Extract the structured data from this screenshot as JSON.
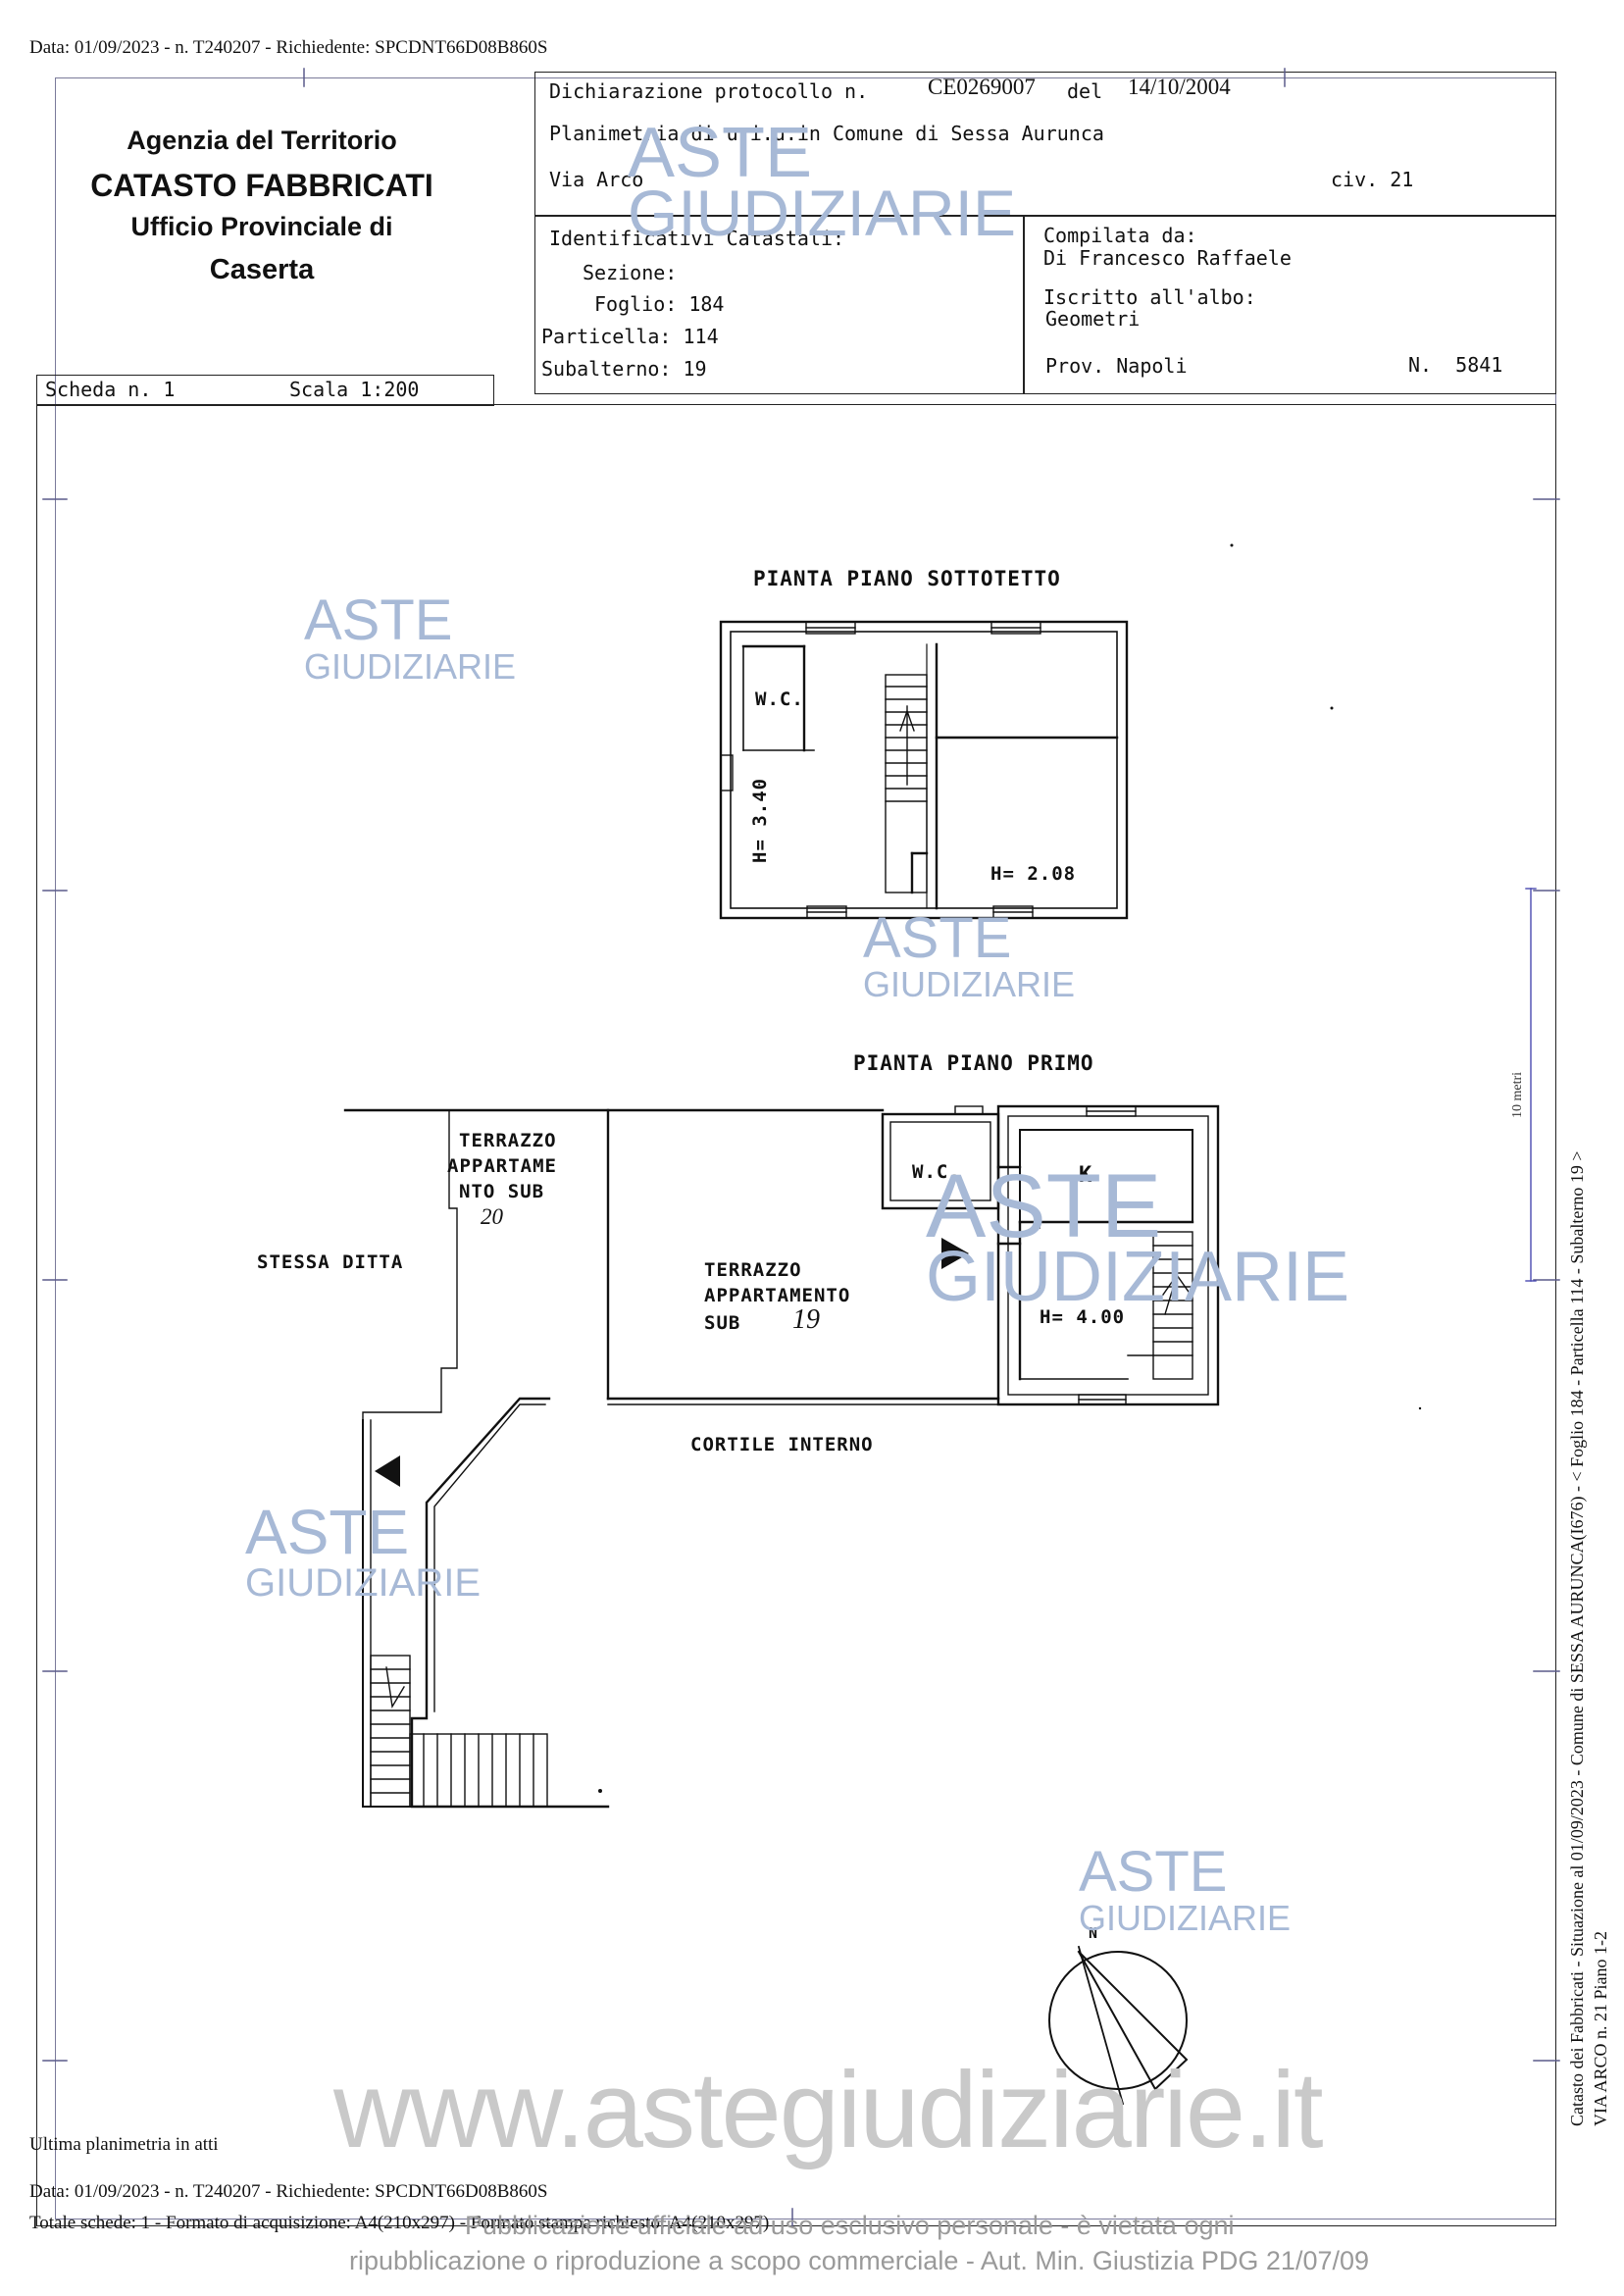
{
  "header_line": "Data: 01/09/2023 - n. T240207 - Richiedente: SPCDNT66D08B860S",
  "agency": {
    "line1": "Agenzia del Territorio",
    "line2": "CATASTO FABBRICATI",
    "line3": "Ufficio Provinciale di",
    "line4": "Caserta"
  },
  "scheda": {
    "label": "Scheda n. 1",
    "scala": "Scala 1:200"
  },
  "declaration": {
    "prefix": "Dichiarazione protocollo n.",
    "protocol": "CE0269007",
    "del": "del",
    "date": "14/10/2004",
    "planimetria": "Planimetria di u.i.u.in Comune di Sessa Aurunca",
    "address": "Via Arco",
    "civ": "civ. 21"
  },
  "identifiers": {
    "title": "Identificativi Catastali:",
    "sezione": "Sezione:",
    "foglio": "Foglio: 184",
    "particella": "Particella: 114",
    "subalterno": "Subalterno: 19"
  },
  "compiler": {
    "label": "Compilata da:",
    "name": "Di Francesco Raffaele",
    "iscritto": "Iscritto all'albo:",
    "albo": "Geometri",
    "prov": "Prov. Napoli",
    "numero": "N.  5841"
  },
  "plan": {
    "sottotetto_title": "PIANTA PIANO SOTTOTETTO",
    "wc_upper": "W.C.",
    "h_340": "H= 3.40",
    "h_208": "H= 2.08",
    "primo_title": "PIANTA PIANO PRIMO",
    "terrazzo20_l1": "TERRAZZO",
    "terrazzo20_l2": "APPARTAME",
    "terrazzo20_l3": "NTO SUB",
    "terrazzo20_l4": "20",
    "stessa_ditta": "STESSA DITTA",
    "terrazzo19_l1": "TERRAZZO",
    "terrazzo19_l2": "APPARTAMENTO",
    "terrazzo19_l3": "SUB",
    "terrazzo19_l4": "19",
    "wc_lower": "W.C.",
    "k": "K",
    "h_400": "H= 4.00",
    "cortile": "CORTILE INTERNO",
    "north": "N",
    "scale_bar": "10 metri"
  },
  "side_text": {
    "line1": "Catasto dei Fabbricati - Situazione al 01/09/2023 - Comune di SESSA AURUNCA(I676) - < Foglio 184 - Particella 114 - Subalterno 19 >",
    "line2": "VIA ARCO n. 21 Piano 1-2"
  },
  "footer": {
    "ultima": "Ultima planimetria in atti",
    "data": "Data: 01/09/2023 - n. T240207 - Richiedente: SPCDNT66D08B860S",
    "totale": "Totale schede: 1 - Formato di acquisizione: A4(210x297) - Formato stampa richiesto: A4(210x297)"
  },
  "watermark": {
    "aste": "ASTE",
    "giudiziarie": "GIUDIZIARIE",
    "site": "www.astegiudiziarie.it",
    "notice_l1": "Pubblicazione ufficiale ad uso esclusivo personale - è vietata ogni",
    "notice_l2": "ripubblicazione o riproduzione a scopo commerciale - Aut. Min. Giustizia PDG 21/07/09"
  }
}
